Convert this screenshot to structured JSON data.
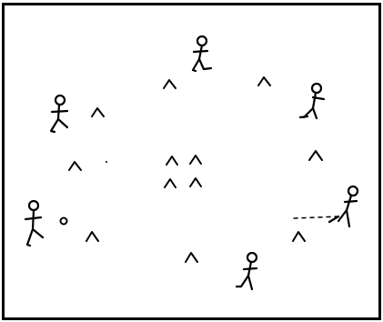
{
  "diagram": {
    "kind": "cone-circle-drill",
    "colors": {
      "ink": "#000000",
      "background": "#ffffff",
      "frame": "#000000"
    },
    "players": [
      {
        "id": "top"
      },
      {
        "id": "upper-right"
      },
      {
        "id": "right-with-stick"
      },
      {
        "id": "bottom"
      },
      {
        "id": "left"
      },
      {
        "id": "upper-left"
      }
    ],
    "outer_cones": [
      "top-left",
      "top-right",
      "right",
      "bottom-right",
      "bottom",
      "lower-left",
      "left",
      "upper-left"
    ],
    "center_cones": [
      "center-1",
      "center-2",
      "center-3",
      "center-4"
    ],
    "ball": {
      "holder": "left"
    },
    "pass_path": {
      "from": "right-with-stick",
      "style": "dashed"
    }
  }
}
